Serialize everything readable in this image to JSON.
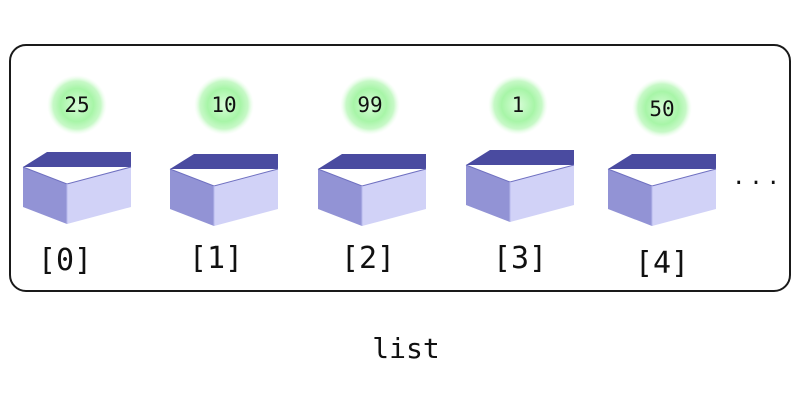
{
  "list": {
    "caption": "list",
    "ellipsis": "...",
    "items": [
      {
        "index": "[0]",
        "value": "25"
      },
      {
        "index": "[1]",
        "value": "10"
      },
      {
        "index": "[2]",
        "value": "99"
      },
      {
        "index": "[3]",
        "value": "1"
      },
      {
        "index": "[4]",
        "value": "50"
      }
    ]
  },
  "colors": {
    "frame_stroke": "#1a1a1a",
    "box_front": "#cfd0f7",
    "box_side": "#8c8dd3",
    "box_interior": "#4a4ba0",
    "box_rim": "#6f70c0",
    "bubble_glow": "#9ff59f",
    "text": "#111111"
  }
}
